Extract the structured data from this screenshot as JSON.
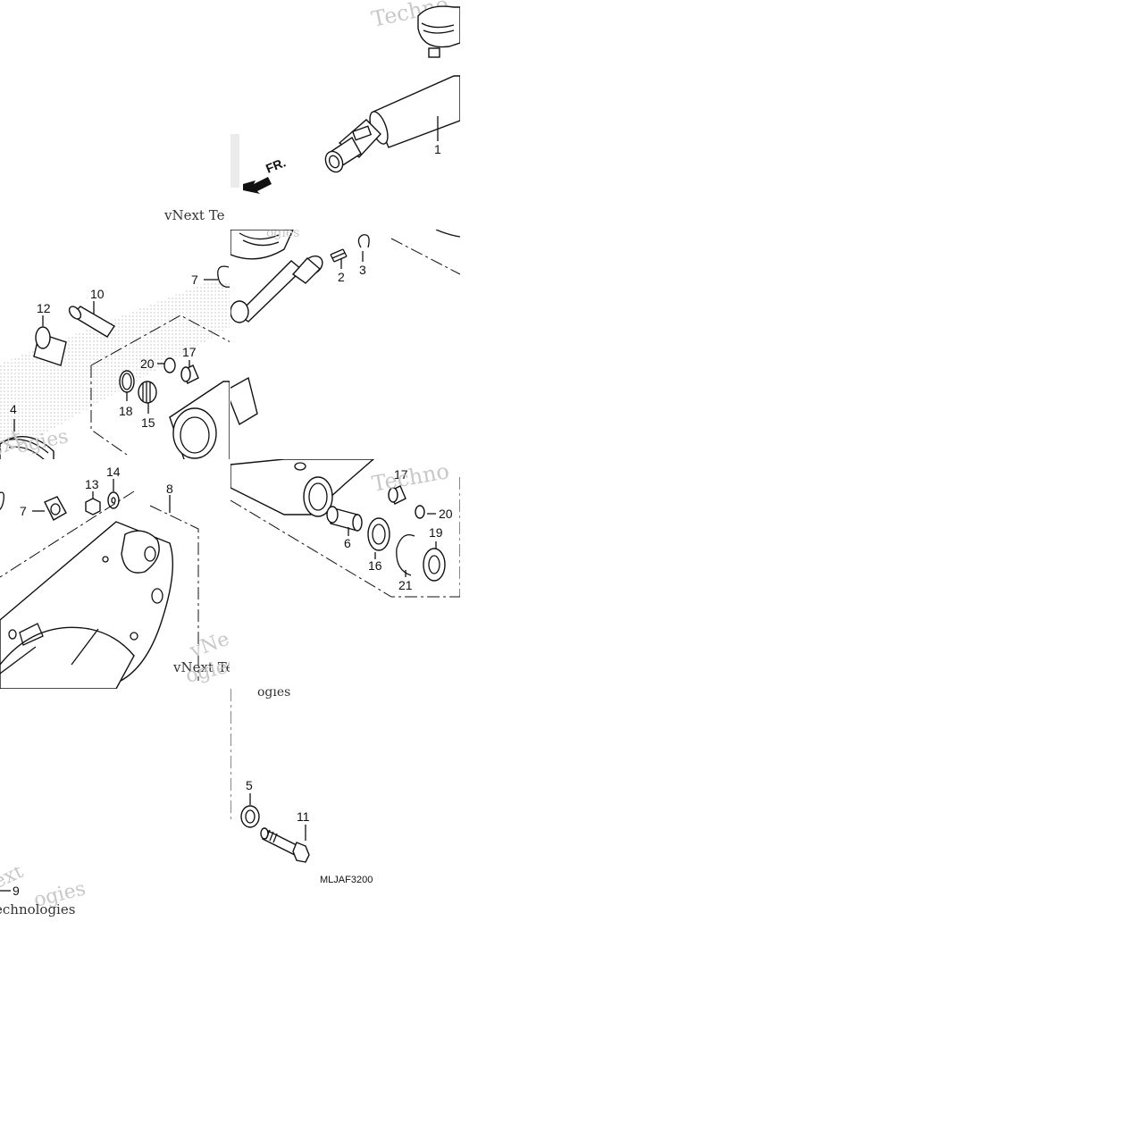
{
  "diagram": {
    "direction_label": "FR.",
    "drawing_code": "MLJAF3200",
    "watermark": {
      "brand_a": "vNext",
      "brand_b": "Technologies",
      "fragments": [
        "Techno",
        "vNext Te",
        "vNe",
        "ogies",
        "Technolo",
        "echnologies",
        "ext"
      ]
    },
    "callouts": [
      "1",
      "2",
      "3",
      "4",
      "5",
      "6",
      "7",
      "7",
      "8",
      "9",
      "10",
      "11",
      "12",
      "13",
      "14",
      "15",
      "16",
      "17",
      "17",
      "18",
      "19",
      "20",
      "20",
      "21"
    ],
    "colors": {
      "line": "#111111",
      "watermark": "#c8c8c8",
      "background": "#ffffff"
    }
  }
}
